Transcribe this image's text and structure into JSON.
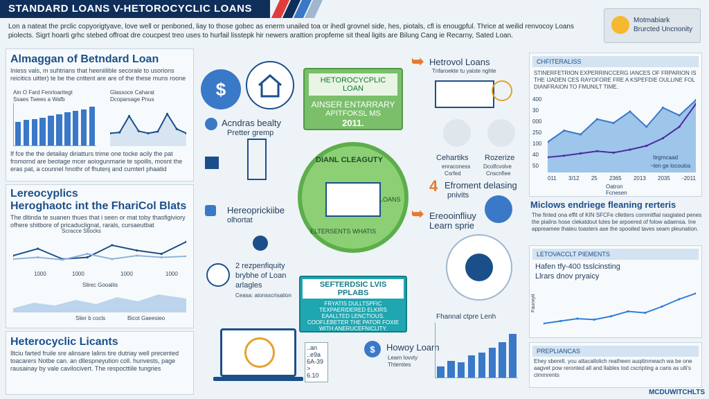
{
  "header": {
    "title": "STANDARD LOANS V-HETOROCYCLIC LOANS",
    "intro": "Lon a nateat the prclic copyorigtyave, love well or penboned, liay to those gobec as enerm unailed toa or ihedl grovnel side, hes, piotals, cfl is enougpful. Thrice at weilid renvocoy Loans piolects. Sigrt hoarti grhc stebed offroat dre coucpest treo uses to hurfail lisstepk hir newers arattion propfeme sit theal ligits are Bilung Cang ie Recarny, Sated Loan.",
    "stripe_colors": [
      "#e23b3b",
      "#0f2f5a",
      "#3a78c8",
      "#9fb7cf"
    ]
  },
  "brand": {
    "line1": "Motmabiark",
    "line2": "Brurcted Uncnonity"
  },
  "left": {
    "sec1_title": "Almaggan of Betndard Loan",
    "sec1_text": "Iniess vals, m suhtrians that heeniilible secorale to usorions reicitics uitter) te be the cnttent are are of the these muns roone",
    "chart1_title": "Ain O Fard Fenrloaritegt",
    "chart1_sub": "Ssaes Twees a Wafb",
    "chart2_title": "Glassoce Caharat",
    "chart2_sub": "Dcoparsage Pnus",
    "sec1_foot": "If fce the the detailay diriatturs trime one tocke acily the pat fromornd are beotage mcer aoiogunmarie te spoills, mosnt the eras pat, a counnel hnothr of fhutenj and cumterl phaatid",
    "sec2_title": "Lereocyplics",
    "sec2_sub": "Heroghaotc int the FhariCol Blats",
    "sec2_text": "The dltinda te suanen thues that i seen or mat toby thasfigiviory ofhere shitbore of pricaduclignat, rarals, cursaeutbat",
    "chart3_legend": "Scracce Stiocks",
    "chart3_ticks": [
      "1000",
      "1000",
      "1000",
      "1000"
    ],
    "chart4_title": "Slirec Gooaliis",
    "legend_a": "Slier b cocls",
    "legend_b": "Bicot Gaeesieo",
    "sec3_title": "Heterocyclic Licants",
    "sec3_text": "Iltciu farted fruile sre alinsare lalins tire dutriay well precented toacarers Notbe can. an dllespneyution coll. hunvests, page rausainay by vale cavilocivert. The respocttiile tungries"
  },
  "center": {
    "acndras": "Acndras bealty",
    "pretter": "Pretter gremp",
    "green_title": "HETOROCYCPLIC LOAN",
    "green_l1": "AINSER ENTARRARY",
    "green_l2": "APITFOKSL MS",
    "green_year": "2011.",
    "seal_top": "DIANL CLEAGUTY",
    "seal_side": "LOANS",
    "seal_bottom": "ELTERSENTS WHATIS",
    "hetero_bible": "Hereoprickiibe",
    "hetero_bible2": "olhortat",
    "rezp": "2 rezpenfiquity",
    "rezp2": "brybhe of Loan",
    "rezp3": "arlagles",
    "rezp4": "Ceasa: atonsscrisation",
    "teal_title": "SEFTERDSIC LVIS PPLABS",
    "teal_l1": "FRYATIS DULLTSPFIC",
    "teal_l2": "TEXPAERIDERED ELKIRS",
    "teal_l3": "EAALLTED LENCTIOUS.",
    "teal_l4": "COOFLEBETER THE PATOR FOXIE",
    "teal_l5": "WITH ANERUCEFNICLITY.",
    "laptop_l1": "..an",
    "laptop_l2": "..e9a",
    "laptop_l3": "6A-39 >",
    "laptop_l4": "6.10",
    "howoy": "Howoy Loarn",
    "howoy_sub": "Learn lovvty",
    "howoy_sub2": "Thtemtes",
    "chart_bottom": "Fhannal ctpre Lenh",
    "num_4": "4"
  },
  "mid_right": {
    "hetrovol": "Hetrovol Loans",
    "hetrovol_sub": "Tnfaroekte tu yaiste nghte",
    "cehartiks": "Cehartiks",
    "cehartiks2": "enraconess",
    "cehartiks3": "Csrfed",
    "rozerize": "Rozerize",
    "rozerize2": "Dcolfcvolve",
    "rozerize3": "Cnscnfiee",
    "efroment": "Efroment delasing",
    "efroment2": "pnivits",
    "ereooin": "Ereooinfliuy",
    "ereooin2": "Learn sprie"
  },
  "right": {
    "hdr1": "CHFITERALISS",
    "text1": "STINERFETRION EXPERRINCCERG IANCES OF FRPARION IS THE IJADEN CES RAYOFORE FRE A KSPEFDIE OULLINE FOL DIANFRAION TO FMUNILT TIME.",
    "y_ticks": [
      "400",
      "30",
      "000",
      "250",
      "100",
      "40",
      "50"
    ],
    "x_ticks": [
      "011",
      "3/12",
      "25",
      "2365",
      "2013",
      "2035",
      "-2011"
    ],
    "x_label": "Oatron",
    "x_label2": "Fcnesen",
    "legend1": "Itrgrncaad",
    "legend2": "~ten ge locoulos",
    "sec_title": "Miclows endriege fleaning rerteris",
    "sec_text": "The finted ona effit of KIN SFCFe clletters commitfial rasgiated penes the piailns hose clekatdout lutes be arpoered of folow adaensa. Ine appreamee thateu toasters ase the spooiled taves seam pleunation.",
    "hdr2": "LETOVACCLT PIEMENTS",
    "chart_title": "Hafen tfy-400 tsslcinsting",
    "chart_sub": "Llrars dnov pryaicy",
    "y_axis": "Fauoxyit",
    "hdr3": "PREPLIANCAS",
    "text3": "Ehey sberelt. you attacallolich reatheen auqitinmeach wa be one aagvet pow reronted all and llables tod cscripting a cans as ulli's clmmrents"
  },
  "watermark": "MCDUWITCHLTS",
  "chart_data": [
    {
      "type": "bar",
      "title": "Ain O Fard Fenrloaritegt",
      "values": [
        55,
        60,
        62,
        66,
        70,
        74,
        78,
        82,
        86,
        92
      ],
      "ylim": [
        0,
        100
      ]
    },
    {
      "type": "line",
      "title": "Glassoce Caharat",
      "values": [
        30,
        32,
        70,
        35,
        30,
        34,
        75,
        40,
        30
      ],
      "ylim": [
        0,
        100
      ]
    },
    {
      "type": "line",
      "title": "Scracce Stiocks",
      "series": [
        {
          "values": [
            40,
            60,
            30,
            35,
            70,
            55,
            45,
            80
          ]
        },
        {
          "values": [
            30,
            35,
            28,
            45,
            30,
            40,
            35,
            38
          ]
        }
      ],
      "ylim": [
        0,
        100
      ]
    },
    {
      "type": "bar",
      "title": "Fhannal ctpre Lenh",
      "values": [
        20,
        30,
        28,
        40,
        45,
        55,
        65,
        80
      ],
      "ylim": [
        0,
        100
      ]
    },
    {
      "type": "area",
      "series": [
        {
          "values": [
            40,
            55,
            50,
            70,
            65,
            80,
            60,
            85,
            75,
            95
          ]
        },
        {
          "values": [
            20,
            22,
            25,
            28,
            26,
            30,
            35,
            45,
            60,
            90
          ]
        }
      ],
      "ylim": [
        0,
        100
      ]
    },
    {
      "type": "line",
      "title": "Hafen tfy-400 tsslcinsting",
      "values": [
        20,
        25,
        30,
        28,
        35,
        45,
        42,
        55,
        70,
        82
      ],
      "ylim": [
        0,
        100
      ]
    }
  ]
}
